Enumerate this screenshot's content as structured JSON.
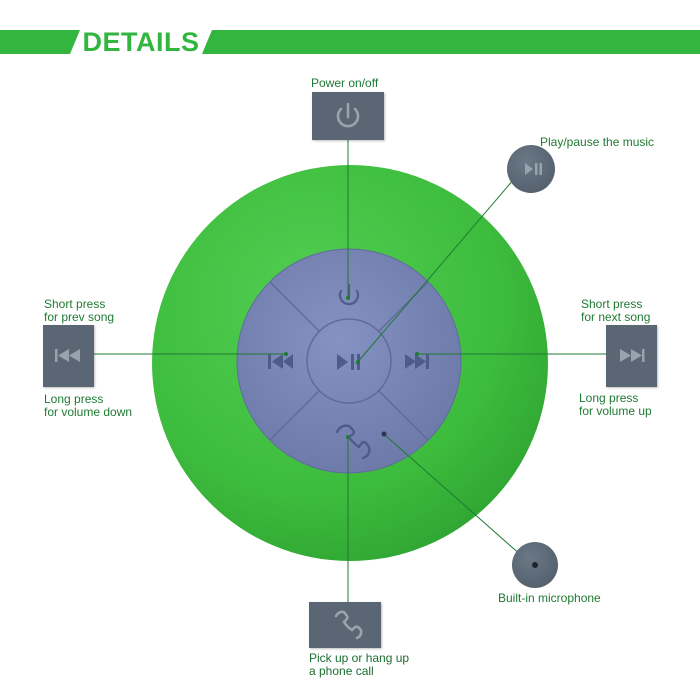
{
  "banner": {
    "title": "DETAILS"
  },
  "colors": {
    "accent": "#33b63f",
    "speaker_body": "#3fbf3f",
    "control_pad": "#7a87b8",
    "icon_box": "#5a6673",
    "line": "#1f7a33"
  },
  "callouts": {
    "power": {
      "label": "Power on/off",
      "icon": "power-icon"
    },
    "play_pause": {
      "label": "Play/pause the music",
      "icon": "play-pause-icon"
    },
    "prev": {
      "short": "Short press",
      "short2": "for prev song",
      "long": "Long press",
      "long2": "for volume down",
      "icon": "previous-track-icon"
    },
    "next": {
      "short": "Short press",
      "short2": "for next song",
      "long": "Long press",
      "long2": "for volume up",
      "icon": "next-track-icon"
    },
    "phone": {
      "line1": "Pick up or hang up",
      "line2": "a phone call",
      "icon": "phone-icon"
    },
    "mic": {
      "label": "Built-in microphone",
      "icon": "microphone-icon"
    }
  }
}
